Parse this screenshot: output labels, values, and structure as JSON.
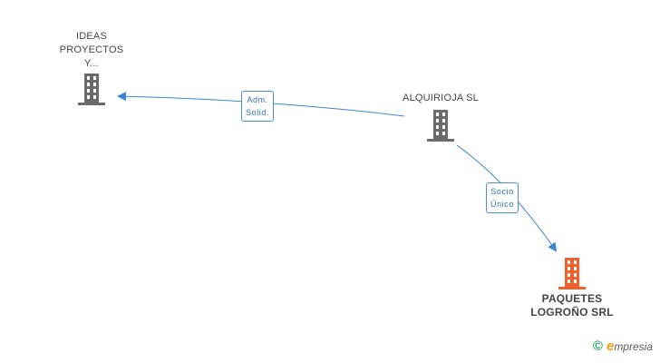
{
  "nodes": {
    "ideas": {
      "label_lines": [
        "IDEAS",
        "PROYECTOS",
        "Y..."
      ]
    },
    "alquirioja": {
      "label_lines": [
        "ALQUIRIOJA SL"
      ]
    },
    "paquetes": {
      "label_lines": [
        "PAQUETES",
        "LOGROÑO SRL"
      ]
    }
  },
  "edges": {
    "adm": {
      "label_lines": [
        "Adm.",
        "Solid."
      ]
    },
    "socio": {
      "label_lines": [
        "Socio",
        "Único"
      ]
    }
  },
  "colors": {
    "building_gray": "#6b6b6b",
    "building_highlight": "#f0602a",
    "edge": "#3a86d4"
  },
  "footer": {
    "copyright_symbol": "©",
    "brand_initial": "e",
    "brand_rest": "mpresia"
  }
}
